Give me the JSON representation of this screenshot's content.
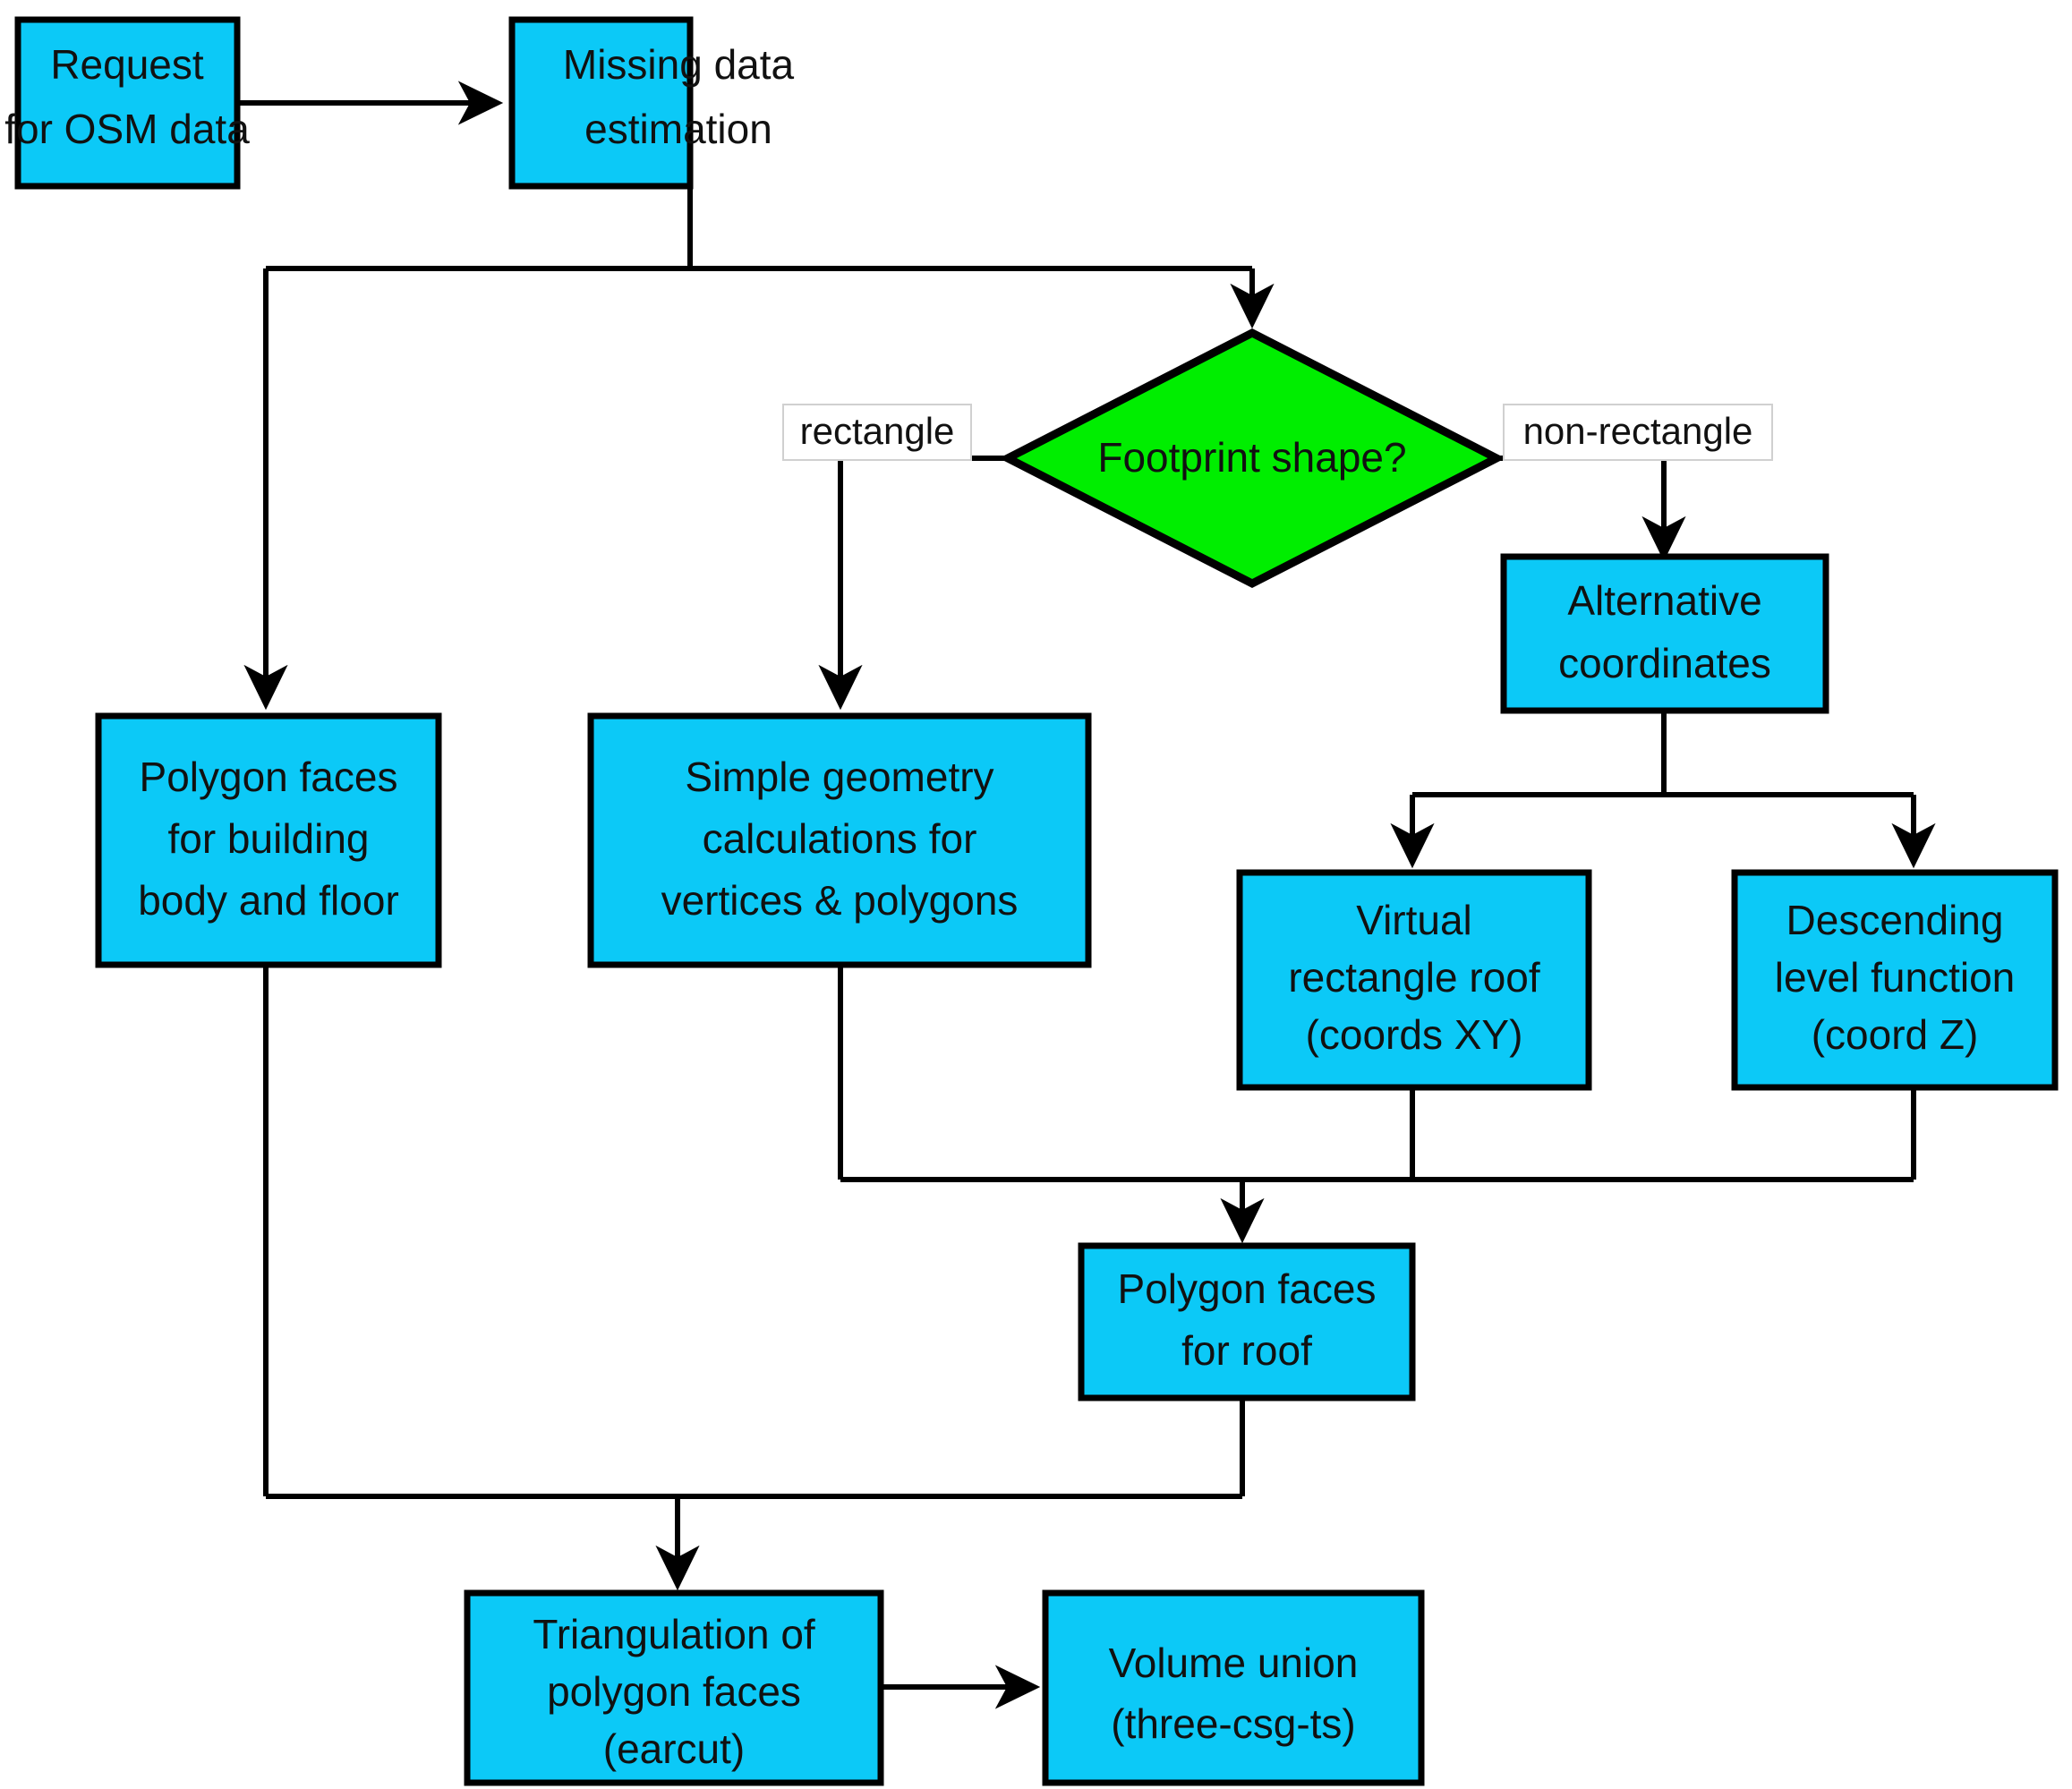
{
  "diagram": {
    "title": "OSM building 3D generation pipeline flowchart",
    "colors": {
      "process_fill": "#0cc9f7",
      "decision_fill": "#00ee00",
      "stroke": "#000000",
      "background": "#ffffff",
      "label_box_fill": "#ffffff"
    },
    "nodes": [
      {
        "id": "request-osm-data",
        "type": "process",
        "lines": [
          "Request",
          "for OSM data"
        ]
      },
      {
        "id": "missing-data-estimation",
        "type": "process",
        "lines": [
          "Missing data",
          "estimation"
        ]
      },
      {
        "id": "footprint-shape",
        "type": "decision",
        "lines": [
          "Footprint shape?"
        ]
      },
      {
        "id": "alternative-coordinates",
        "type": "process",
        "lines": [
          "Alternative",
          "coordinates"
        ]
      },
      {
        "id": "polygon-faces-building",
        "type": "process",
        "lines": [
          "Polygon faces",
          "for building",
          "body and floor"
        ]
      },
      {
        "id": "simple-geometry",
        "type": "process",
        "lines": [
          "Simple geometry",
          "calculations for",
          "vertices & polygons"
        ]
      },
      {
        "id": "virtual-rectangle-roof",
        "type": "process",
        "lines": [
          "Virtual",
          "rectangle roof",
          "(coords XY)"
        ]
      },
      {
        "id": "descending-level-function",
        "type": "process",
        "lines": [
          "Descending",
          "level function",
          "(coord Z)"
        ]
      },
      {
        "id": "polygon-faces-roof",
        "type": "process",
        "lines": [
          "Polygon faces",
          "for roof"
        ]
      },
      {
        "id": "triangulation",
        "type": "process",
        "lines": [
          "Triangulation of",
          "polygon faces",
          "(earcut)"
        ]
      },
      {
        "id": "volume-union",
        "type": "process",
        "lines": [
          "Volume union",
          "(three-csg-ts)"
        ]
      }
    ],
    "edge_labels": [
      {
        "id": "rectangle",
        "text": "rectangle"
      },
      {
        "id": "non-rectangle",
        "text": "non-rectangle"
      }
    ]
  }
}
